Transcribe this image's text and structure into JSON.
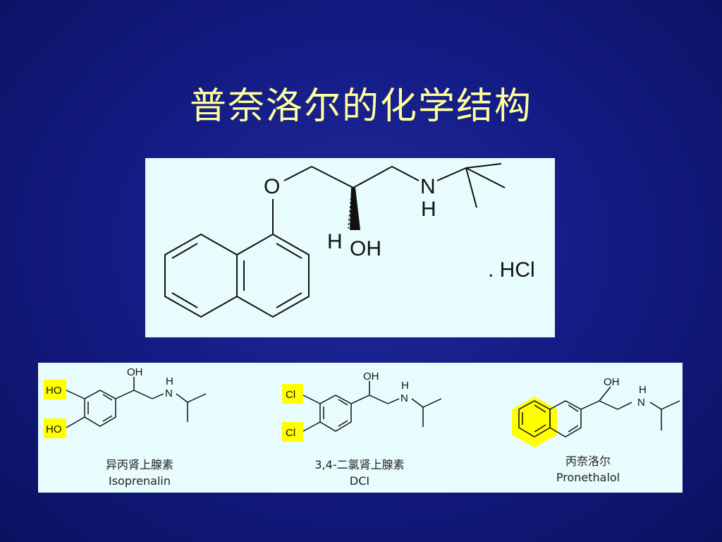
{
  "title": "普奈洛尔的化学结构",
  "main_structure": {
    "atoms": {
      "o": "O",
      "n": "N",
      "nh": "H",
      "h": "H",
      "oh": "OH"
    },
    "salt": ". HCl"
  },
  "compounds": [
    {
      "cn": "异丙肾上腺素",
      "en": "Isoprenalin",
      "substituents": [
        "HO",
        "HO"
      ],
      "oh": "OH",
      "nh": "H",
      "n": "N"
    },
    {
      "cn": "3,4-二氯肾上腺素",
      "en": "DCI",
      "substituents": [
        "Cl",
        "Cl"
      ],
      "oh": "OH",
      "nh": "H",
      "n": "N"
    },
    {
      "cn": "丙奈洛尔",
      "en": "Pronethalol",
      "oh": "OH",
      "nh": "H",
      "n": "N"
    }
  ],
  "colors": {
    "highlight": "#ffff00",
    "title": "#ffff9c",
    "panel": "#e8fbfd"
  }
}
